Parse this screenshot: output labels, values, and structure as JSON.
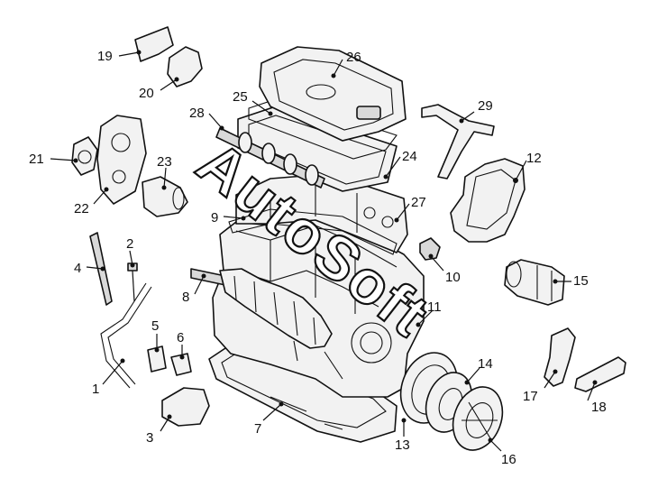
{
  "watermark": "AutoSoft",
  "callouts": [
    {
      "id": "1",
      "text": "1"
    },
    {
      "id": "2",
      "text": "2"
    },
    {
      "id": "3",
      "text": "3"
    },
    {
      "id": "4",
      "text": "4"
    },
    {
      "id": "5",
      "text": "5"
    },
    {
      "id": "6",
      "text": "6"
    },
    {
      "id": "7",
      "text": "7"
    },
    {
      "id": "8",
      "text": "8"
    },
    {
      "id": "9",
      "text": "9"
    },
    {
      "id": "10",
      "text": "10"
    },
    {
      "id": "11",
      "text": "11"
    },
    {
      "id": "12",
      "text": "12"
    },
    {
      "id": "13",
      "text": "13"
    },
    {
      "id": "14",
      "text": "14"
    },
    {
      "id": "15",
      "text": "15"
    },
    {
      "id": "16",
      "text": "16"
    },
    {
      "id": "17",
      "text": "17"
    },
    {
      "id": "18",
      "text": "18"
    },
    {
      "id": "19",
      "text": "19"
    },
    {
      "id": "20",
      "text": "20"
    },
    {
      "id": "21",
      "text": "21"
    },
    {
      "id": "22",
      "text": "22"
    },
    {
      "id": "23",
      "text": "23"
    },
    {
      "id": "24",
      "text": "24"
    },
    {
      "id": "25",
      "text": "25"
    },
    {
      "id": "26",
      "text": "26"
    },
    {
      "id": "27",
      "text": "27"
    },
    {
      "id": "28",
      "text": "28"
    },
    {
      "id": "29",
      "text": "29"
    }
  ]
}
